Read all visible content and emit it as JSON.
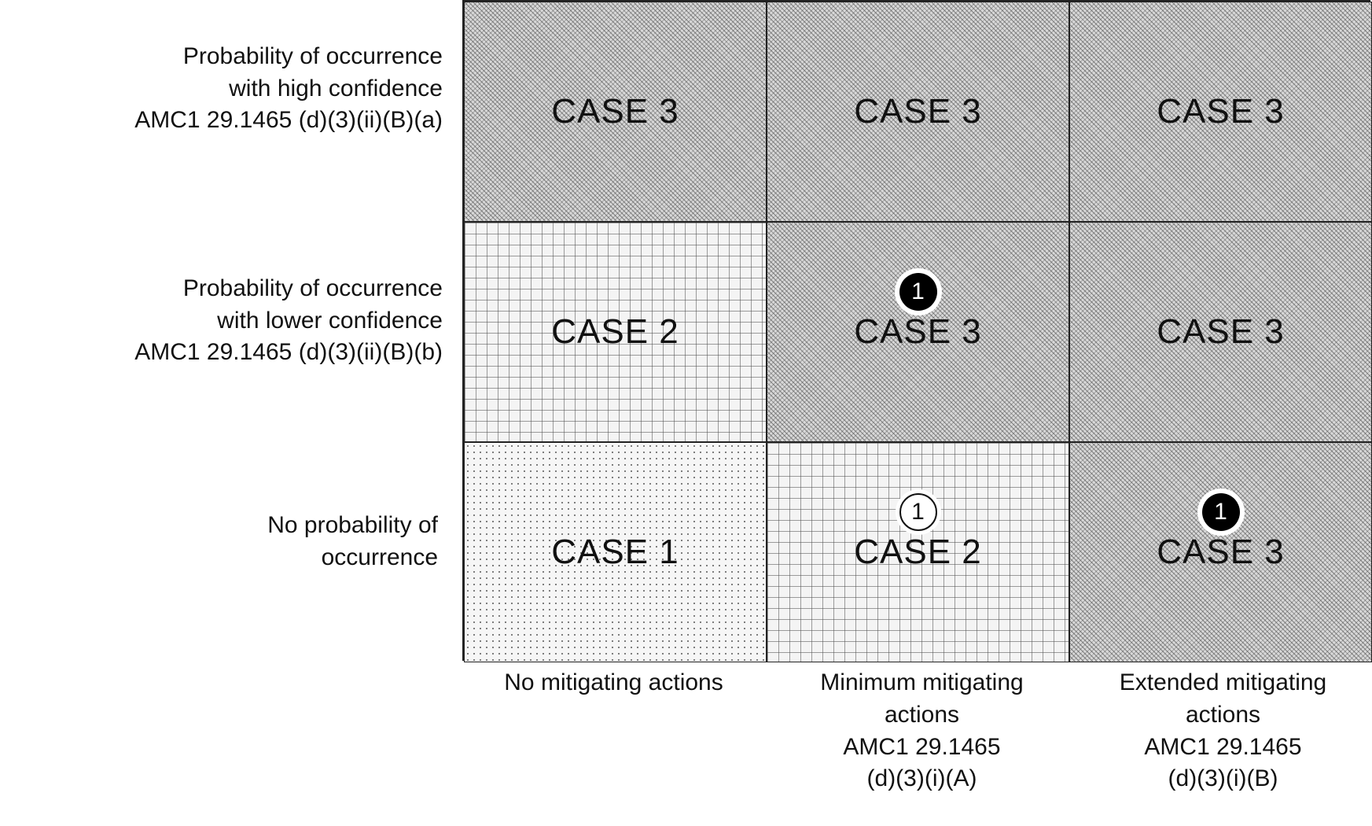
{
  "rows": [
    {
      "label_lines": [
        "Probability of occurrence",
        "with high confidence",
        "AMC1 29.1465 (d)(3)(ii)(B)(a)"
      ]
    },
    {
      "label_lines": [
        "Probability of occurrence",
        "with lower confidence",
        "AMC1 29.1465 (d)(3)(ii)(B)(b)"
      ]
    },
    {
      "label_lines": [
        "No probability of",
        "occurrence"
      ]
    }
  ],
  "columns": [
    {
      "label_lines": [
        "No mitigating actions"
      ]
    },
    {
      "label_lines": [
        "Minimum mitigating",
        "actions",
        "AMC1 29.1465",
        "(d)(3)(i)(A)"
      ]
    },
    {
      "label_lines": [
        "Extended mitigating",
        "actions",
        "AMC1 29.1465",
        "(d)(3)(i)(B)"
      ]
    }
  ],
  "cells": [
    [
      {
        "text": "CASE 3",
        "pattern": "diagonal-hatch"
      },
      {
        "text": "CASE 3",
        "pattern": "diagonal-hatch"
      },
      {
        "text": "CASE 3",
        "pattern": "diagonal-hatch"
      }
    ],
    [
      {
        "text": "CASE 2",
        "pattern": "square-grid"
      },
      {
        "text": "CASE 3",
        "pattern": "diagonal-hatch",
        "marker": {
          "text": "1",
          "style": "filled"
        }
      },
      {
        "text": "CASE 3",
        "pattern": "diagonal-hatch"
      }
    ],
    [
      {
        "text": "CASE 1",
        "pattern": "dots"
      },
      {
        "text": "CASE 2",
        "pattern": "square-grid",
        "marker": {
          "text": "1",
          "style": "outline"
        }
      },
      {
        "text": "CASE 3",
        "pattern": "diagonal-hatch",
        "marker": {
          "text": "1",
          "style": "filled"
        }
      }
    ]
  ]
}
